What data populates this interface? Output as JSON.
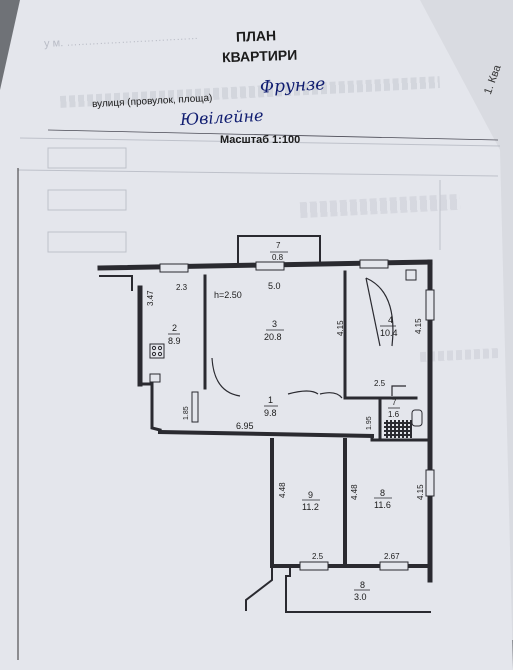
{
  "header": {
    "title": "ПЛАН",
    "subtitle": "КВАРТИРИ",
    "street_prefix": "вулиця (провулок, площа)",
    "street_name": "Фрунзе",
    "district_name": "Ювілейне",
    "scale": "Масштаб 1:100",
    "corner_text": "1. Ква"
  },
  "rooms": [
    {
      "number": "1",
      "area": "9.8"
    },
    {
      "number": "2",
      "area": "8.9"
    },
    {
      "number": "3",
      "area": "20.8"
    },
    {
      "number": "4",
      "area": "10.4"
    },
    {
      "number": "7",
      "area": "1.6"
    },
    {
      "number": "8",
      "area": "11.6"
    },
    {
      "number": "9",
      "area": "11.2"
    },
    {
      "number": "7",
      "area": "0.8"
    },
    {
      "number": "8",
      "area": "3.0"
    }
  ],
  "dimensions": {
    "ceiling_height": "h=2.50",
    "d_2_3": "2.3",
    "d_5_0": "5.0",
    "d_3_47": "3.47",
    "d_4_15_a": "4.15",
    "d_4_15_b": "4.15",
    "d_2_5_a": "2.5",
    "d_1_85": "1.85",
    "d_6_95": "6.95",
    "d_1_95": "1.95",
    "d_4_48_a": "4.48",
    "d_4_48_b": "4.48",
    "d_4_15_c": "4.15",
    "d_2_5_b": "2.5",
    "d_2_67": "2.67"
  },
  "colors": {
    "paper": "#e4e6ec",
    "ink": "#2a2a30",
    "pen": "#0f1c70",
    "background": "#6f7277"
  }
}
